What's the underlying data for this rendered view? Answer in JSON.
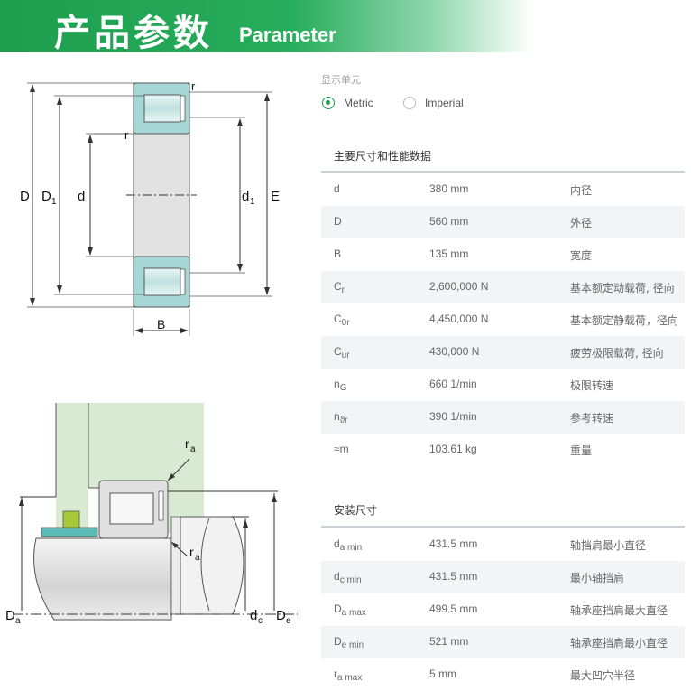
{
  "header": {
    "title_cn": "产品参数",
    "title_en": "Parameter"
  },
  "units": {
    "label": "显示单元",
    "options": [
      {
        "label": "Metric",
        "selected": true
      },
      {
        "label": "Imperial",
        "selected": false
      }
    ]
  },
  "main_section": {
    "title": "主要尺寸和性能数据",
    "rows": [
      {
        "sym": "d",
        "sub": "",
        "value": "380 mm",
        "desc": "内径"
      },
      {
        "sym": "D",
        "sub": "",
        "value": "560 mm",
        "desc": "外径"
      },
      {
        "sym": "B",
        "sub": "",
        "value": "135 mm",
        "desc": "宽度"
      },
      {
        "sym": "C",
        "sub": "r",
        "value": "2,600,000 N",
        "desc": "基本额定动载荷, 径向"
      },
      {
        "sym": "C",
        "sub": "0r",
        "value": "4,450,000 N",
        "desc": "基本额定静载荷，径向"
      },
      {
        "sym": "C",
        "sub": "ur",
        "value": "430,000 N",
        "desc": "疲劳极限载荷, 径向"
      },
      {
        "sym": "n",
        "sub": "G",
        "value": "660 1/min",
        "desc": "极限转速"
      },
      {
        "sym": "n",
        "sub": "ϑr",
        "value": "390 1/min",
        "desc": "参考转速"
      },
      {
        "sym": "≈m",
        "sub": "",
        "value": "103.61 kg",
        "desc": "重量"
      }
    ]
  },
  "mount_section": {
    "title": "安装尺寸",
    "rows": [
      {
        "sym": "d",
        "sub": "a min",
        "value": "431.5 mm",
        "desc": "轴挡肩最小直径"
      },
      {
        "sym": "d",
        "sub": "c min",
        "value": "431.5 mm",
        "desc": "最小轴挡肩"
      },
      {
        "sym": "D",
        "sub": "a max",
        "value": "499.5 mm",
        "desc": "轴承座挡肩最大直径"
      },
      {
        "sym": "D",
        "sub": "e min",
        "value": "521 mm",
        "desc": "轴承座挡肩最小直径"
      },
      {
        "sym": "r",
        "sub": "a max",
        "value": "5 mm",
        "desc": "最大凹穴半径"
      }
    ]
  },
  "diagram1": {
    "labels": {
      "D": "D",
      "D1": "D",
      "D1_sub": "1",
      "d": "d",
      "d1": "d",
      "d1_sub": "1",
      "E": "E",
      "B": "B",
      "r_top": "r",
      "r_mid": "r"
    }
  },
  "diagram2": {
    "labels": {
      "ra_top": "r",
      "ra_top_sub": "a",
      "ra_mid": "r",
      "ra_mid_sub": "a",
      "Da": "D",
      "Da_sub": "a",
      "dc": "d",
      "dc_sub": "c",
      "De": "D",
      "De_sub": "e"
    }
  },
  "colors": {
    "brand": "#1d9e4e",
    "bearing": "#a6d6d5",
    "housing": "#d9ead2"
  }
}
